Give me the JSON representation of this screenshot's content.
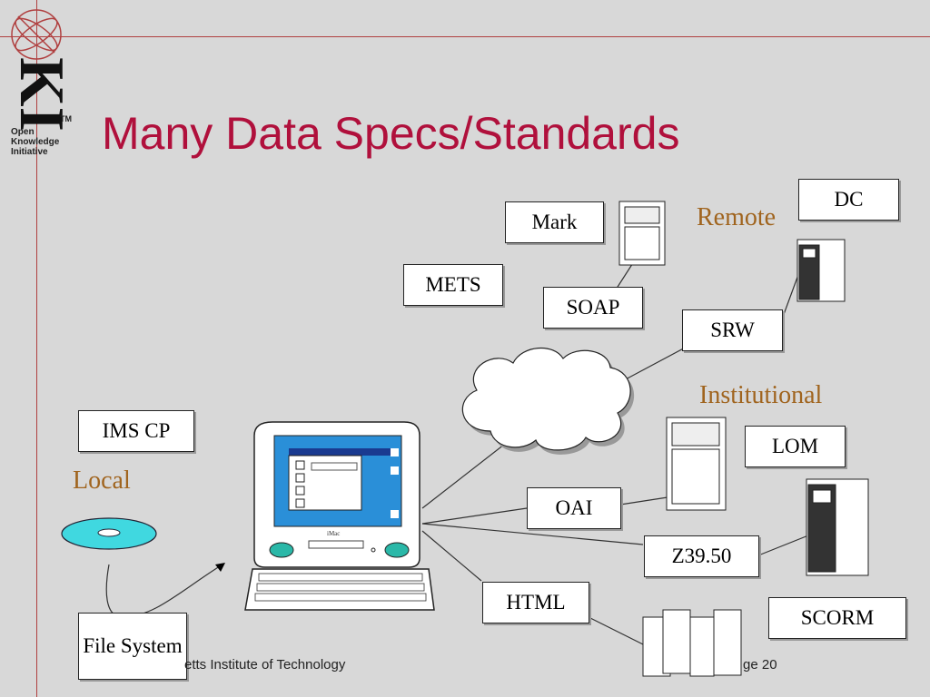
{
  "logo": {
    "mark": "KI",
    "tm": "TM",
    "lines": [
      "Open",
      "Knowledge",
      "Initiative"
    ]
  },
  "title": "Many Data Specs/Standards",
  "labels": {
    "remote": "Remote",
    "institutional": "Institutional",
    "local": "Local"
  },
  "boxes": {
    "dc": "DC",
    "mark": "Mark",
    "mets": "METS",
    "soap": "SOAP",
    "srw": "SRW",
    "ims_cp": "IMS CP",
    "lom": "LOM",
    "oai": "OAI",
    "z3950": "Z39.50",
    "html": "HTML",
    "scorm": "SCORM",
    "file_system": "File System"
  },
  "computer_brand": "iMac",
  "footer": {
    "left": "etts Institute of Technology",
    "right": "ge 20"
  }
}
